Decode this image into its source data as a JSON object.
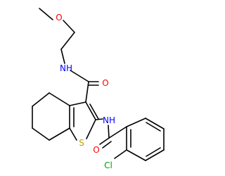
{
  "structure": {
    "colors": {
      "bond": "#000000",
      "oxygen": "#ff0000",
      "nitrogen": "#0000ff",
      "sulfur": "#b8a000",
      "chlorine": "#00a000",
      "background": "#ffffff"
    },
    "atom_labels": {
      "methoxy_o": "O",
      "amide_nh_1": "NH",
      "carbonyl_o_1": "O",
      "amide_nh_2": "NH",
      "ring_s": "S",
      "carbonyl_o_2": "O",
      "cl": "Cl"
    }
  }
}
